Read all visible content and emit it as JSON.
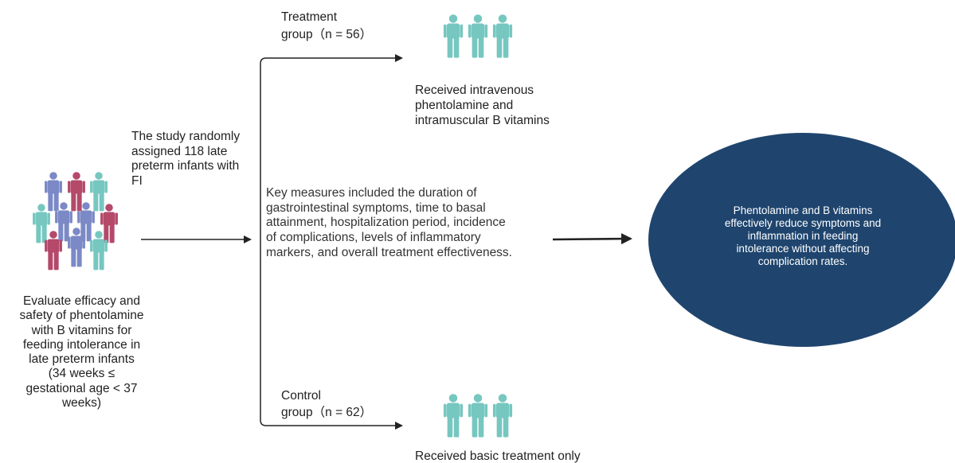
{
  "colors": {
    "teal_person": "#76c7c0",
    "blue_person": "#7b89c6",
    "red_person": "#b4496a",
    "outcome_fill": "#1f456e",
    "arrow": "#222222"
  },
  "icons": {
    "crowd": "people-crowd-icon",
    "group": "three-people-icon"
  },
  "objective": {
    "lines": [
      "Evaluate efficacy and",
      "safety of phentolamine",
      "with B vitamins for",
      "feeding intolerance in",
      "late preterm infants",
      "(34 weeks ≤",
      "gestational age < 37",
      "weeks)"
    ]
  },
  "randomization": {
    "lines": [
      "The study randomly",
      "assigned 118 late",
      "preterm infants with",
      "FI"
    ]
  },
  "treatment": {
    "label_lines": [
      "Treatment",
      "group（n = 56）"
    ],
    "description_lines": [
      "Received intravenous",
      "phentolamine and",
      "intramuscular B vitamins"
    ]
  },
  "control": {
    "label_lines": [
      "Control",
      "group（n = 62）"
    ],
    "description": "Received basic treatment only"
  },
  "measures": {
    "lines": [
      "Key measures included the duration of",
      "gastrointestinal symptoms, time to basal",
      "attainment, hospitalization period, incidence",
      "of complications, levels of inflammatory",
      "markers, and overall treatment effectiveness."
    ]
  },
  "conclusion": {
    "lines": [
      "Phentolamine and B vitamins",
      "effectively reduce symptoms and",
      "inflammation in feeding",
      "intolerance without affecting",
      "complication rates."
    ]
  }
}
